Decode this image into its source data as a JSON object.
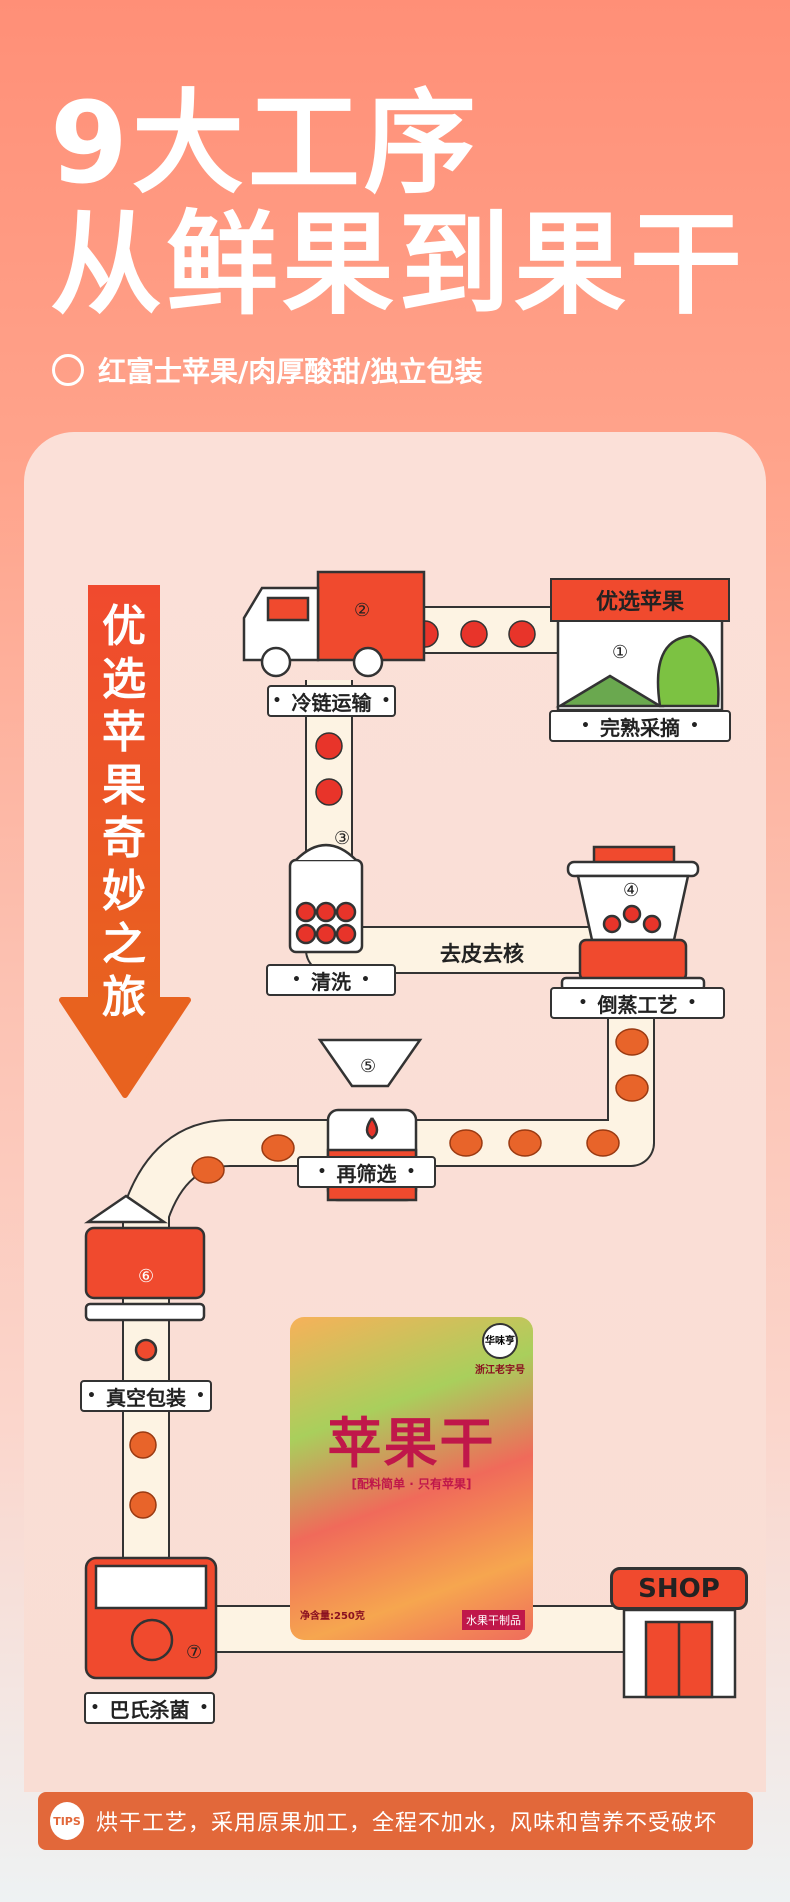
{
  "header": {
    "line1": "9大工序",
    "line2": "从鲜果到果干",
    "subtitle": "红富士苹果/肉厚酸甜/独立包装"
  },
  "journey": {
    "arrow_text": "优选苹果奇妙之旅"
  },
  "steps": {
    "pick_sign": "优选苹果",
    "pick": "完熟采摘",
    "cold_chain": "冷链运输",
    "wash": "清洗",
    "peel": "去皮去核",
    "steam": "倒蒸工艺",
    "sieve": "再筛选",
    "vacuum": "真空包装",
    "pasteurize": "巴氏杀菌"
  },
  "numbers": [
    "①",
    "②",
    "③",
    "④",
    "⑤",
    "⑥",
    "⑦"
  ],
  "shop": "SHOP",
  "product": {
    "name": "苹果干",
    "tagline": "[配料简单 · 只有苹果]",
    "brand": "华味亨",
    "laozihao": "浙江老字号",
    "net": "净含量:250克",
    "category": "水果干制品"
  },
  "tips": {
    "icon": "TIPS",
    "text": "烘干工艺，采用原果加工，全程不加水，风味和营养不受破坏"
  },
  "colors": {
    "accent": "#f04a2e",
    "tips": "#e2683a",
    "belt": "#fdf3e3"
  }
}
